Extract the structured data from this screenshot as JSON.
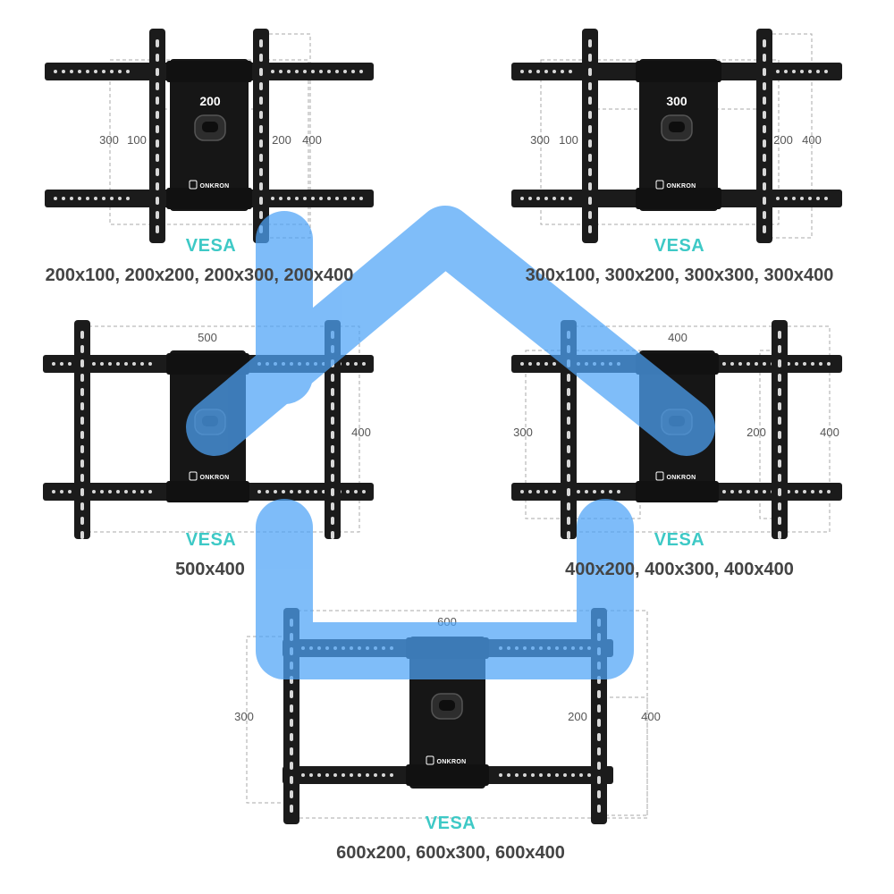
{
  "accent_color": "#3ec9c6",
  "overlay_color": "#4da3f7",
  "brand_name": "ONKRON",
  "overlay_icon": "home-icon",
  "mounts": [
    {
      "id": "m200",
      "plate_label": "200",
      "dims": [
        "300",
        "100",
        "200",
        "400"
      ],
      "vesa": "VESA",
      "sizes": "200x100, 200x200, 200x300, 200x400"
    },
    {
      "id": "m300",
      "plate_label": "300",
      "dims": [
        "300",
        "100",
        "200",
        "400"
      ],
      "vesa": "VESA",
      "sizes": "300x100, 300x200, 300x300, 300x400"
    },
    {
      "id": "m500",
      "dims": [
        "500",
        "400"
      ],
      "vesa": "VESA",
      "sizes": "500x400"
    },
    {
      "id": "m400",
      "dims": [
        "400",
        "300",
        "200",
        "400"
      ],
      "vesa": "VESA",
      "sizes": "400x200, 400x300, 400x400"
    },
    {
      "id": "m600",
      "dims": [
        "600",
        "300",
        "200",
        "400"
      ],
      "vesa": "VESA",
      "sizes": "600x200, 600x300, 600x400"
    }
  ]
}
